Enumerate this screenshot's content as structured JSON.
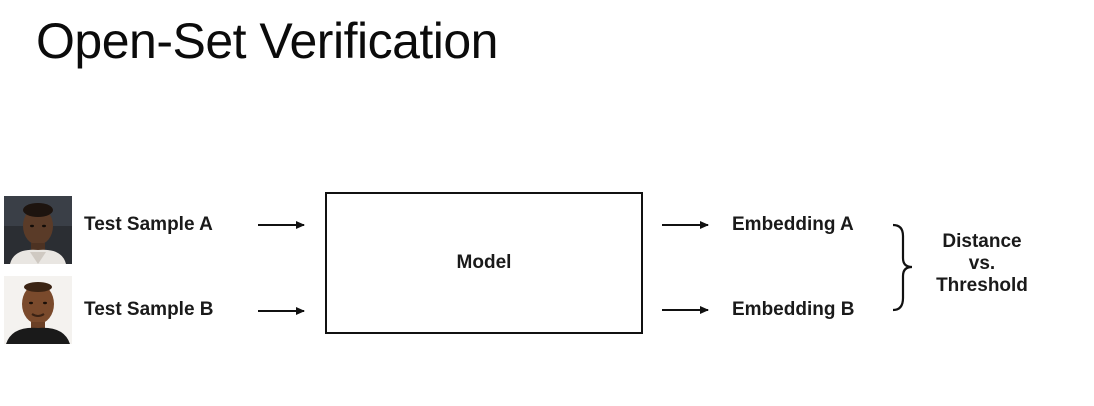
{
  "title": "Open-Set Verification",
  "inputs": {
    "sample_a": "Test Sample A",
    "sample_b": "Test Sample B",
    "face_a": "person-photo-a",
    "face_b": "person-photo-b"
  },
  "model": {
    "label": "Model"
  },
  "outputs": {
    "embedding_a": "Embedding A",
    "embedding_b": "Embedding B"
  },
  "comparison": {
    "line1": "Distance",
    "line2": "vs.",
    "line3": "Threshold"
  },
  "colors": {
    "ink": "#111111",
    "background": "#ffffff"
  }
}
